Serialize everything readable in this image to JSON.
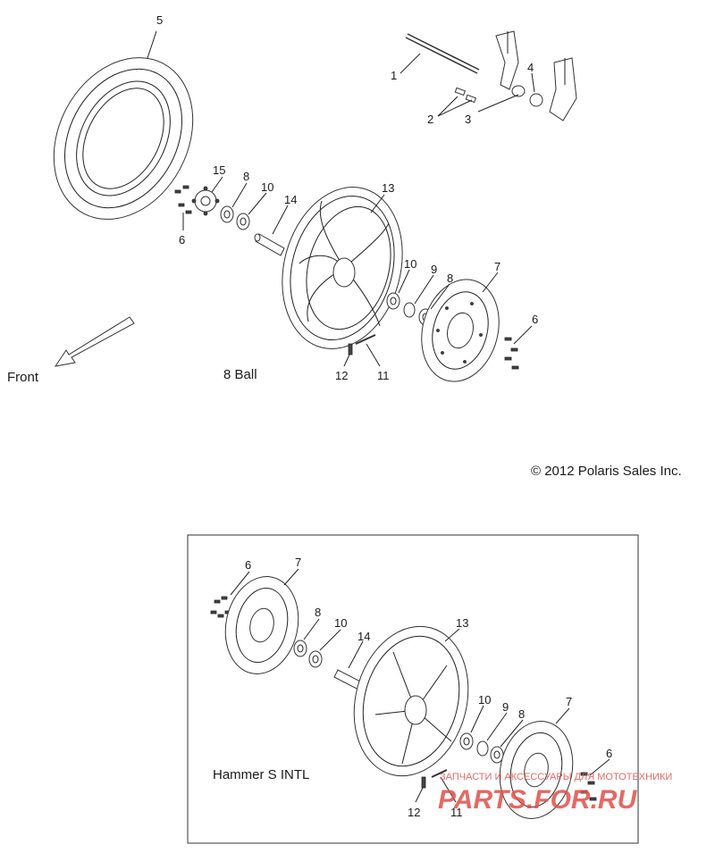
{
  "copyright": "© 2012 Polaris Sales Inc.",
  "front_label": "Front",
  "top_view": {
    "title": "8 Ball",
    "callouts": [
      "1",
      "2",
      "3",
      "4",
      "5",
      "6",
      "8",
      "10",
      "15",
      "14",
      "13",
      "10",
      "9",
      "8",
      "7",
      "6",
      "12",
      "11"
    ]
  },
  "bottom_view": {
    "title": "Hammer S INTL",
    "callouts": [
      "6",
      "7",
      "8",
      "10",
      "14",
      "13",
      "10",
      "9",
      "8",
      "7",
      "6",
      "12",
      "11"
    ]
  },
  "watermark": {
    "text_top": "ЗАПЧАСТИ И АКСЕССУАРЫ ДЛЯ МОТОТЕХНИКИ",
    "logo": "PARTS.FOR.RU"
  }
}
